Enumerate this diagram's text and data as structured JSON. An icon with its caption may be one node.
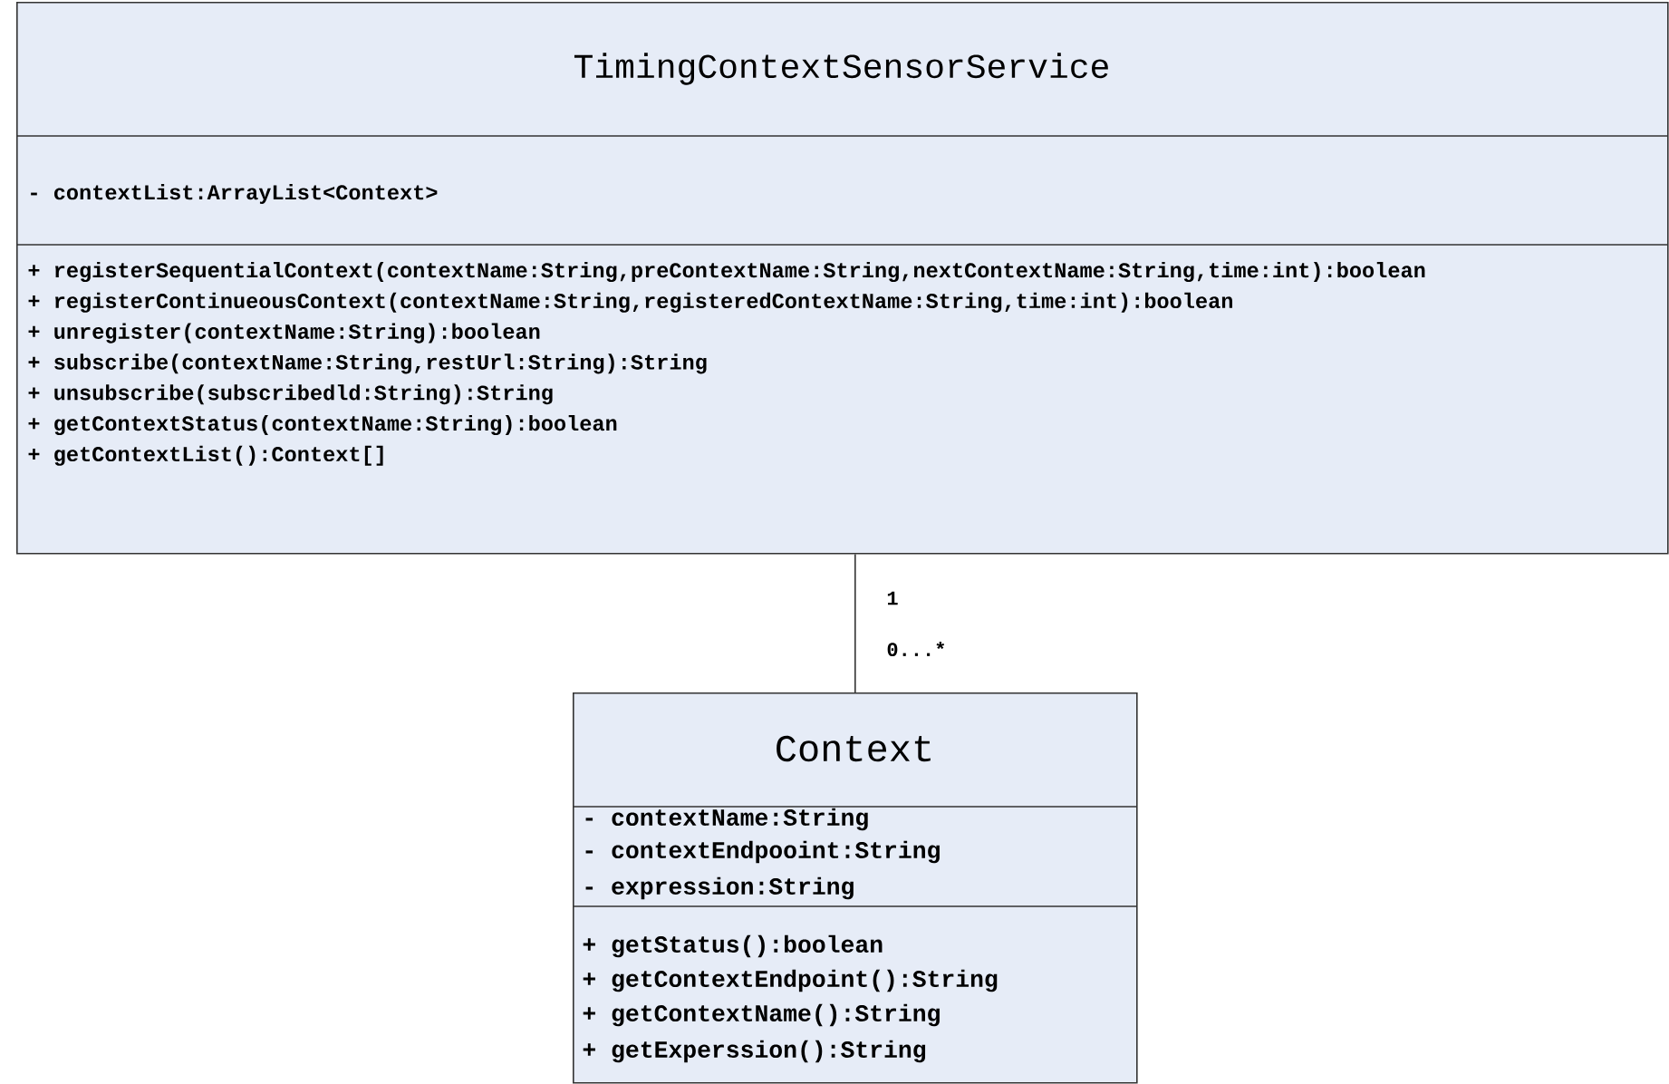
{
  "diagram": {
    "nodes": [
      {
        "text": [
          "TimingContextSensorService",
          "- contextList:ArrayList<Context>",
          "+ registerSequentialContext(contextName:String,preContextName:String,nextContextName:String,time:int):boolean",
          "+ registerContinueousContext(contextName:String,registeredContextName:String,time:int):boolean",
          "+ unregister(contextName:String):boolean",
          "+ subscribe(contextName:String,restUrl:String):String",
          "+ unsubscribe(subscribedld:String):String",
          "+ getContextStatus(contextName:String):boolean",
          "+ getContextList():Context[]"
        ]
      },
      {
        "text": [
          "Context",
          "- contextName:String",
          "- contextEndpooint:String",
          "- expression:String",
          "+ getStatus():boolean",
          "+ getContextEndpoint():String",
          "+ getContextName():String",
          "+ getExperssion():String"
        ]
      }
    ],
    "edges": [
      {
        "from": 0,
        "to": 1,
        "arrow": "none"
      }
    ],
    "labels": [
      "1",
      "0...*"
    ]
  }
}
